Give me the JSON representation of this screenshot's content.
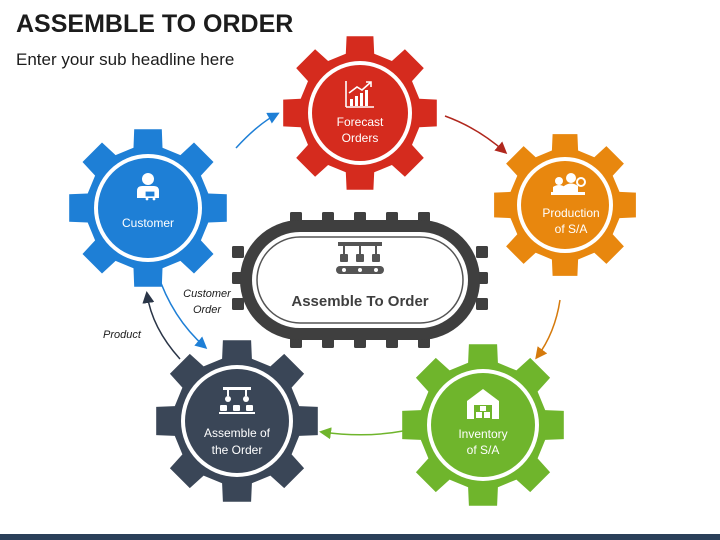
{
  "title": "ASSEMBLE TO ORDER",
  "subtitle": "Enter your sub headline here",
  "center": {
    "label": "Assemble To Order",
    "icon": "assembly-line-icon"
  },
  "gears": [
    {
      "id": "forecast",
      "lines": [
        "Forecast",
        "Orders"
      ],
      "color": "#d52b1e",
      "icon": "growth-chart-icon"
    },
    {
      "id": "production",
      "lines": [
        "Production",
        "of  S/A"
      ],
      "color": "#e8870e",
      "icon": "production-workers-icon"
    },
    {
      "id": "inventory",
      "lines": [
        "Inventory",
        "of S/A"
      ],
      "color": "#6fb52c",
      "icon": "warehouse-icon"
    },
    {
      "id": "assemble",
      "lines": [
        "Assemble of",
        "the Order"
      ],
      "color": "#3a4657",
      "icon": "robotic-arm-icon"
    },
    {
      "id": "customer",
      "lines": [
        "Customer"
      ],
      "color": "#1e7fd6",
      "icon": "shopper-icon"
    }
  ],
  "arrow_labels": {
    "customer_order": [
      "Customer",
      "Order"
    ],
    "product": "Product"
  },
  "colors": {
    "title": "#1c1c1c",
    "center_gear": "#3f3f3f",
    "footer": "#2a3f59"
  }
}
